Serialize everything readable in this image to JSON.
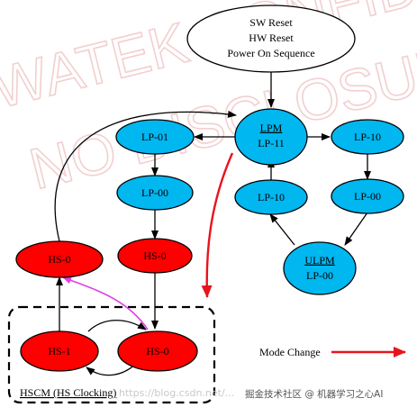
{
  "watermark": {
    "line1": "WATEK CONFIDENTIAL",
    "line2": "NO DISCLOSURE"
  },
  "nodes": {
    "sw_reset": {
      "line1": "SW Reset",
      "line2": "HW Reset",
      "line3": "Power On Sequence"
    },
    "lpm": {
      "label": "LPM",
      "sub": "LP-11"
    },
    "lp01": "LP-01",
    "lp00_left": "LP-00",
    "hs0_mid": "HS-0",
    "hs0_left": "HS-0",
    "lp10_top": "LP-10",
    "lp10_mid": "LP-10",
    "lp00_right": "LP-00",
    "ulpm": {
      "label": "ULPM",
      "sub": "LP-00"
    },
    "hs1": "HS-1",
    "hs0_hscm": "HS-0"
  },
  "hscm_label": "HSCM (HS Clocking)",
  "legend": {
    "mode_change": "Mode Change"
  },
  "footer": {
    "blog": "https://blog.csdn.net/...",
    "credit": "掘金技术社区 @ 机器学习之心AI"
  },
  "colors": {
    "lp_fill": "#00B7F0",
    "hs_fill": "#FF0000",
    "mode_change_arrow": "#E8141B",
    "hs_transition_arrow": "#E040E0",
    "watermark": "#E8A8A8"
  }
}
